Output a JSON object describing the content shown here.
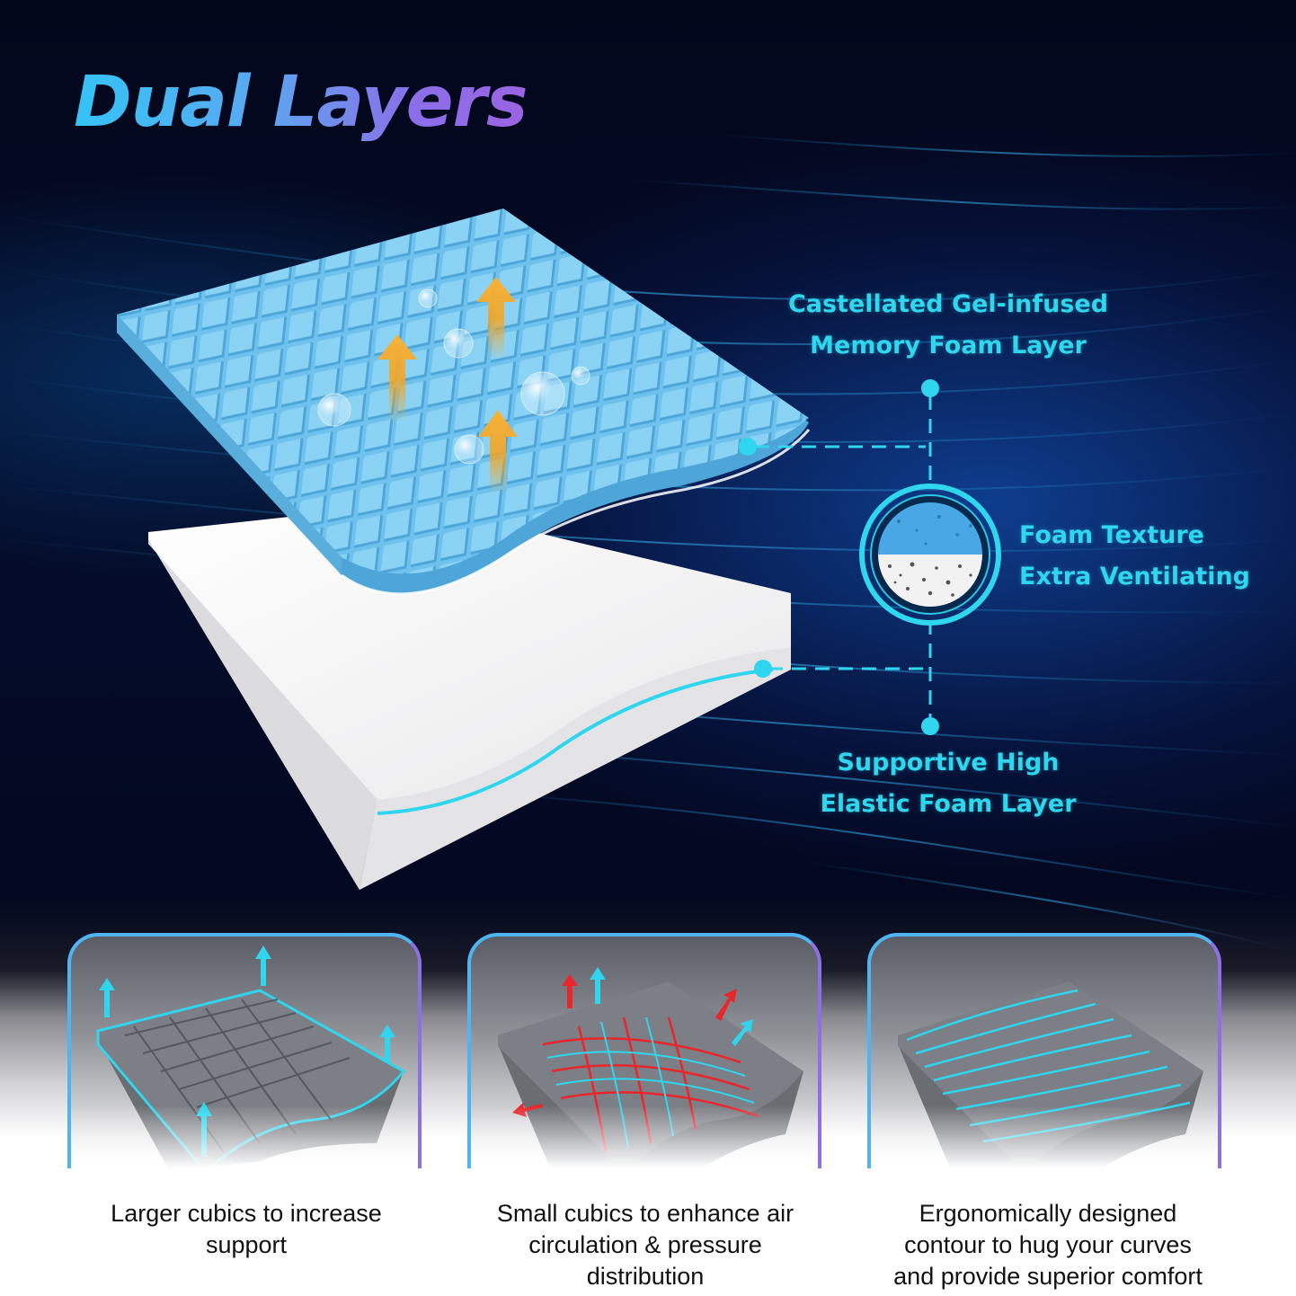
{
  "title": "Dual Layers",
  "colors": {
    "title_gradient_start": "#35c3f5",
    "title_gradient_end": "#9a64e2",
    "label_cyan": "#2fd6ee",
    "top_foam_blue": "#6ec3ee",
    "bottom_foam_white": "#f2f2f2",
    "arrow_orange": "#f5a623",
    "panel_border_blue": "#4fb5f0",
    "panel_border_purple": "#8d6fe6",
    "caption_text": "#111111"
  },
  "callouts": {
    "top_layer": {
      "line1": "Castellated Gel-infused",
      "line2": "Memory Foam Layer"
    },
    "texture": {
      "line1": "Foam Texture",
      "line2": "Extra Ventilating"
    },
    "bottom_layer": {
      "line1": "Supportive High",
      "line2": "Elastic Foam Layer"
    }
  },
  "icons": {
    "arrows_up": "orange-up-arrow",
    "bubbles": "air-bubble",
    "texture_badge": "foam-texture-circle"
  },
  "features": [
    {
      "caption_lines": [
        "Larger cubics to increase",
        "support"
      ],
      "illustration": "corner-support-cushion"
    },
    {
      "caption_lines": [
        "Small cubics to enhance air",
        "circulation & pressure",
        "distribution"
      ],
      "illustration": "airflow-cushion"
    },
    {
      "caption_lines": [
        "Ergonomically designed",
        "contour to hug your curves",
        "and provide superior comfort"
      ],
      "illustration": "contour-cushion"
    }
  ]
}
